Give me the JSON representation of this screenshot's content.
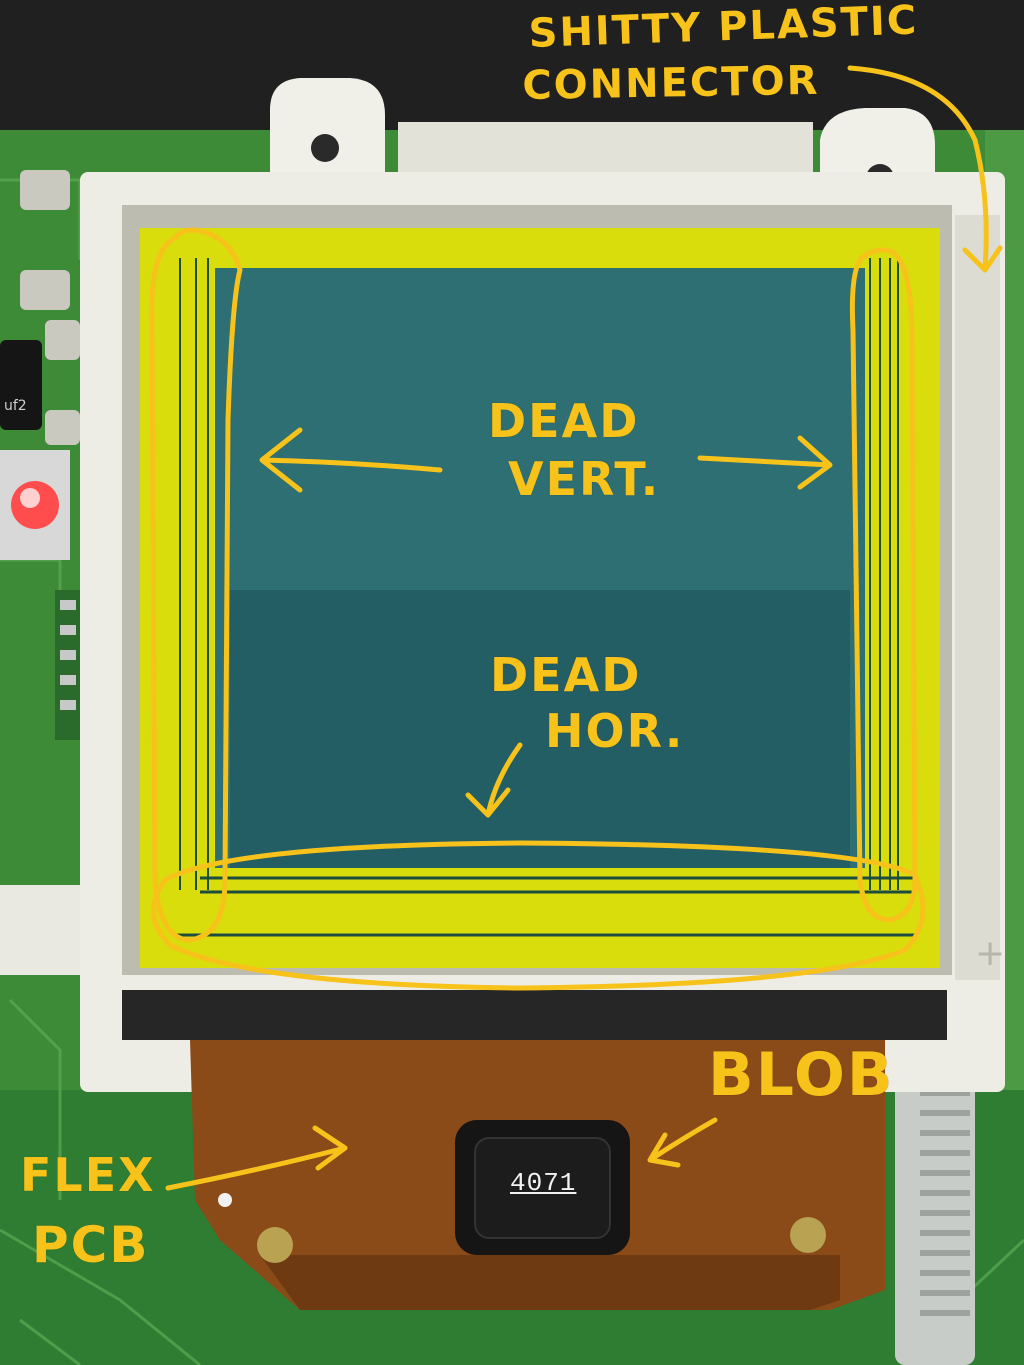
{
  "colors": {
    "annotation": "#f7c21a",
    "pcb_green": "#3f8f3a",
    "frame_white": "#eeeee6",
    "lcd_panel": "#2b6f73",
    "lcd_glow": "#e6e600",
    "flex_pcb": "#8a4a16",
    "chip": "#151515"
  },
  "annotations": {
    "connector_line1": "SHITTY PLASTIC",
    "connector_line2": "CONNECTOR",
    "dead_vert_line1": "DEAD",
    "dead_vert_line2": "VERT.",
    "dead_hor_line1": "DEAD",
    "dead_hor_line2": "HOR.",
    "blob": "BLOB",
    "flex_line1": "FLEX",
    "flex_line2": "PCB"
  },
  "chip": {
    "marking": "4071"
  },
  "components": {
    "capacitor_marking": "uf2"
  }
}
